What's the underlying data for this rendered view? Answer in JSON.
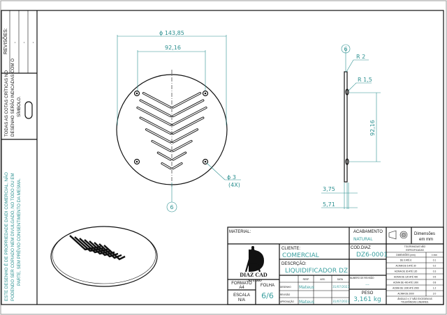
{
  "sidebar": {
    "revisions_label": "REVISÕES:",
    "revision_entries": [
      "-",
      "-",
      "-"
    ],
    "critical_note_lines": [
      "TODAS AS COTAS CRÍTICAS NO",
      "DESENHO SERÃO INDICADAS COM O",
      "SÍMBOLO."
    ],
    "property_note_lines": [
      "ESTE DESENHO É DE PROPRIEDADE DAIDI COMERCIAL, NÃO",
      "PODENDO SER COPIADO NEM DIVULGADO, NO TODO OU EM",
      "PARTE, SEM PRÉVIO CONSENTIMENTO DA MESMA."
    ]
  },
  "front_view": {
    "outer_diameter": "ϕ 143,85",
    "hole_spacing": "92,16",
    "hole_diameter": "ϕ 3",
    "hole_count": "(4X)",
    "balloon": "6"
  },
  "side_view": {
    "balloon": "6",
    "radius_top": "R 2",
    "radius_bump": "R 1,5",
    "height": "92,16",
    "thickness_inner": "3,75",
    "thickness_outer": "5,71"
  },
  "title_block": {
    "material_label": "MATERIAL:",
    "material_value": "",
    "acabamento_label": "ACABAMENTO",
    "acabamento_value": "NATURAL",
    "units_label_1": "Dimensões",
    "units_label_2": "em mm",
    "logo_name": "DIAZ CAD",
    "logo_sub": "STUDIO",
    "cliente_label": "CLIENTE:",
    "cliente_value": "COMERCIAL",
    "cod_label": "COD.DIAZ",
    "cod_value": "DZ6-0001",
    "descricao_label": "DESCRÇÃO:",
    "descricao_value": "LIQUIDIFICADOR DZ",
    "formato_label": "FORMATO",
    "formato_value": "A4",
    "escala_label": "ESCALA",
    "escala_value": "N/A",
    "folha_label": "FOLHA",
    "folha_value": "6/6",
    "sign_headers": [
      "RESP",
      "ASS.",
      "DATA"
    ],
    "sign_rows": [
      {
        "role": "DESENHO",
        "resp": "Mateus",
        "ass": "",
        "data": "31/07/2023"
      },
      {
        "role": "REVISÃO",
        "resp": "",
        "ass": "",
        "data": ""
      },
      {
        "role": "APROVAÇÃO",
        "resp": "Mateus",
        "ass": "",
        "data": "31/07/2023"
      }
    ],
    "revision_number_label": "NUMERO DE REVISÃO",
    "revision_number_value": "---",
    "peso_label": "PESO",
    "peso_value": "3,161 kg",
    "tolerance": {
      "title_1": "TOLERANCIAS NÃO",
      "title_2": "ESPECIFICADAS",
      "col_dim": "DIMENSÕES (mm)",
      "col_tol": "± mm",
      "rows": [
        {
          "range": "DE 0 ATÉ 6",
          "tol": "0.1"
        },
        {
          "range": "ACIMA DE 6 ATÉ 30",
          "tol": "0.2"
        },
        {
          "range": "ACIMA DE 30 ATÉ 120",
          "tol": "0.3"
        },
        {
          "range": "ACIMA DE 120 ATÉ 400",
          "tol": "0.5"
        },
        {
          "range": "ACIMA DE 400 ATÉ 1000",
          "tol": "0.8"
        },
        {
          "range": "ACIMA DE 1000 ATÉ 2000",
          "tol": "1.2"
        },
        {
          "range": "ACIMA DE 2000",
          "tol": "2.0"
        }
      ],
      "footer_1": "ÂNGULO ± 1° NÃO EXCEDEM AS",
      "footer_2": "TOLERÂNCIAS LINEARES."
    }
  }
}
